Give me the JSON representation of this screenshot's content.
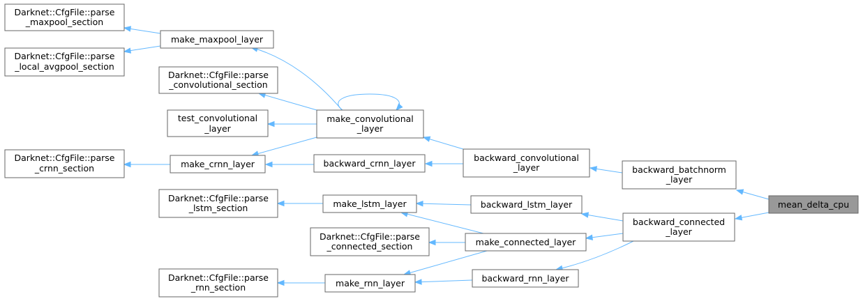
{
  "graph": {
    "colors": {
      "edge": "#63b8ff",
      "node_border": "#666666",
      "node_fill": "#ffffff",
      "root_fill": "#999999"
    },
    "nodes": [
      {
        "id": "n1",
        "lines": [
          "Darknet::CfgFile::parse",
          "_maxpool_section"
        ]
      },
      {
        "id": "n2",
        "lines": [
          "Darknet::CfgFile::parse",
          "_local_avgpool_section"
        ]
      },
      {
        "id": "n3",
        "lines": [
          "make_maxpool_layer"
        ]
      },
      {
        "id": "n4",
        "lines": [
          "Darknet::CfgFile::parse",
          "_convolutional_section"
        ]
      },
      {
        "id": "n5",
        "lines": [
          "test_convolutional",
          "_layer"
        ]
      },
      {
        "id": "n6",
        "lines": [
          "make_convolutional",
          "_layer"
        ]
      },
      {
        "id": "n7",
        "lines": [
          "Darknet::CfgFile::parse",
          "_crnn_section"
        ]
      },
      {
        "id": "n8",
        "lines": [
          "make_crnn_layer"
        ]
      },
      {
        "id": "n9",
        "lines": [
          "backward_crnn_layer"
        ]
      },
      {
        "id": "n10",
        "lines": [
          "backward_convolutional",
          "_layer"
        ]
      },
      {
        "id": "n11",
        "lines": [
          "backward_batchnorm",
          "_layer"
        ]
      },
      {
        "id": "n12",
        "lines": [
          "mean_delta_cpu"
        ]
      },
      {
        "id": "n13",
        "lines": [
          "Darknet::CfgFile::parse",
          "_lstm_section"
        ]
      },
      {
        "id": "n14",
        "lines": [
          "make_lstm_layer"
        ]
      },
      {
        "id": "n15",
        "lines": [
          "backward_lstm_layer"
        ]
      },
      {
        "id": "n16",
        "lines": [
          "backward_connected",
          "_layer"
        ]
      },
      {
        "id": "n17",
        "lines": [
          "Darknet::CfgFile::parse",
          "_connected_section"
        ]
      },
      {
        "id": "n18",
        "lines": [
          "make_connected_layer"
        ]
      },
      {
        "id": "n19",
        "lines": [
          "Darknet::CfgFile::parse",
          "_rnn_section"
        ]
      },
      {
        "id": "n20",
        "lines": [
          "make_rnn_layer"
        ]
      },
      {
        "id": "n21",
        "lines": [
          "backward_rnn_layer"
        ]
      }
    ],
    "edges": [
      {
        "from": "n12",
        "to": "n11"
      },
      {
        "from": "n12",
        "to": "n16"
      },
      {
        "from": "n11",
        "to": "n10"
      },
      {
        "from": "n10",
        "to": "n6"
      },
      {
        "from": "n10",
        "to": "n9"
      },
      {
        "from": "n6",
        "to": "n3"
      },
      {
        "from": "n6",
        "to": "n4"
      },
      {
        "from": "n6",
        "to": "n5"
      },
      {
        "from": "n6",
        "to": "n6"
      },
      {
        "from": "n6",
        "to": "n8"
      },
      {
        "from": "n3",
        "to": "n1"
      },
      {
        "from": "n3",
        "to": "n2"
      },
      {
        "from": "n9",
        "to": "n8"
      },
      {
        "from": "n8",
        "to": "n7"
      },
      {
        "from": "n16",
        "to": "n15"
      },
      {
        "from": "n16",
        "to": "n18"
      },
      {
        "from": "n16",
        "to": "n21"
      },
      {
        "from": "n15",
        "to": "n14"
      },
      {
        "from": "n14",
        "to": "n13"
      },
      {
        "from": "n18",
        "to": "n14"
      },
      {
        "from": "n18",
        "to": "n17"
      },
      {
        "from": "n18",
        "to": "n20"
      },
      {
        "from": "n21",
        "to": "n20"
      },
      {
        "from": "n20",
        "to": "n19"
      }
    ]
  }
}
